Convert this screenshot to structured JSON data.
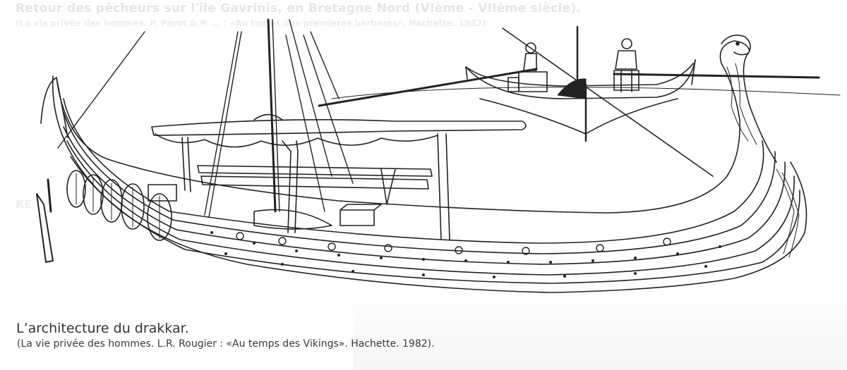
{
  "background_text": {
    "bleed_title": "Retour des pêcheurs sur l'île Gavrinis, en Bretagne Nord (VIème - VIIème siècle).",
    "bleed_subtitle": "(La vie privée des hommes. P. Pérot & P. ... : «Au temps des premières barbares», Hachette. 1982)",
    "bleed_mark": "KE"
  },
  "illustration": {
    "subject": "viking-drakkar-line-drawing",
    "secondary_subject": "small-fishing-boat-with-two-rowers",
    "ink_color": "#222222",
    "paper_color": "#ffffff"
  },
  "caption": {
    "title": "L’architecture du drakkar.",
    "source": "(La vie privée des hommes. L.R. Rougier : «Au temps des Vikings». Hachette. 1982)."
  }
}
